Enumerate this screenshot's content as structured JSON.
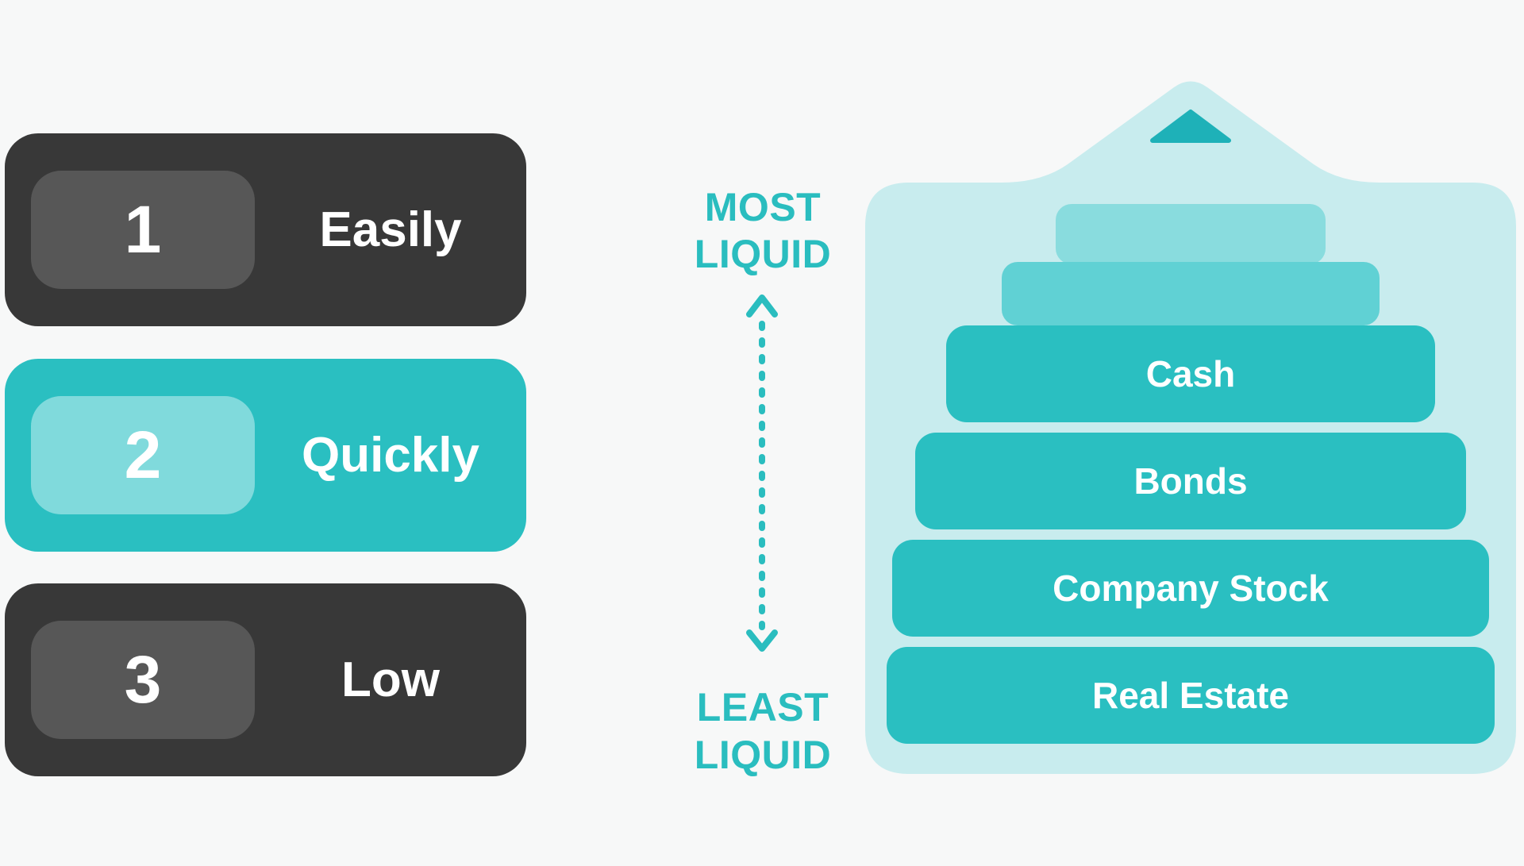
{
  "left_panel": {
    "cards": [
      {
        "number": "1",
        "label": "Easily",
        "theme": "dark"
      },
      {
        "number": "2",
        "label": "Quickly",
        "theme": "teal"
      },
      {
        "number": "3",
        "label": "Low",
        "theme": "dark"
      }
    ]
  },
  "liquidity_scale": {
    "top_label_line1": "MOST",
    "top_label_line2": "LIQUID",
    "bottom_label_line1": "LEAST",
    "bottom_label_line2": "LIQUID"
  },
  "pyramid": {
    "order": "most liquid at top to least liquid at bottom",
    "levels": [
      {
        "label": ""
      },
      {
        "label": ""
      },
      {
        "label": "Cash"
      },
      {
        "label": "Bonds"
      },
      {
        "label": "Company Stock"
      },
      {
        "label": "Real Estate"
      }
    ]
  },
  "colors": {
    "background": "#F7F8F8",
    "dark_card": "#383838",
    "dark_badge": "#575757",
    "teal_main": "#2ABFC1",
    "teal_badge": "#80DADC",
    "pale_container": "#C8ECEE",
    "layer_light": "#89DCDE",
    "layer_medium": "#60D1D4",
    "peak_triangle": "#1EB1B8",
    "scale_text": "#2ABDBF",
    "white_text": "#FFFFFF"
  }
}
